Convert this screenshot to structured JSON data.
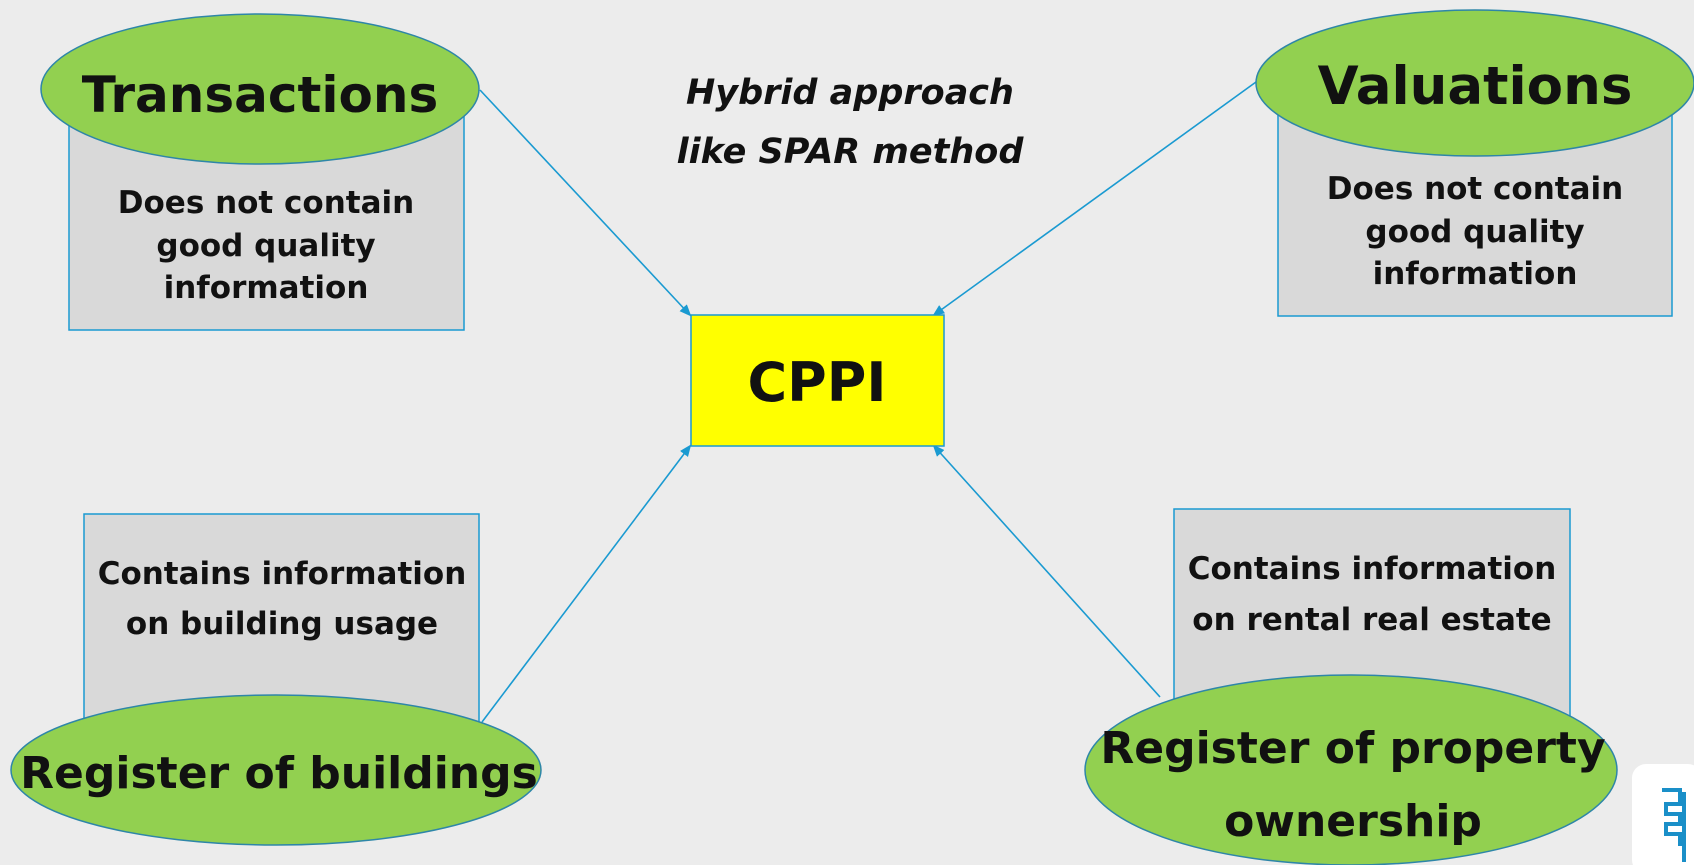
{
  "subtitle": {
    "line1": "Hybrid approach",
    "line2": "like SPAR method"
  },
  "center": {
    "label": "CPPI"
  },
  "sources": {
    "transactions": {
      "title": "Transactions",
      "note": [
        "Does not contain",
        "good quality",
        "information"
      ]
    },
    "valuations": {
      "title": "Valuations",
      "note": [
        "Does not contain",
        "good quality",
        "information"
      ]
    },
    "buildings": {
      "title": "Register of buildings",
      "note": [
        "Contains information",
        "on building usage"
      ]
    },
    "ownership": {
      "title_line1": "Register of property",
      "title_line2": "ownership",
      "note": [
        "Contains information",
        "on rental real estate"
      ]
    }
  },
  "colors": {
    "background": "#ececec",
    "ellipse_fill": "#92d050",
    "note_fill": "#d9d9d9",
    "center_fill": "#ffff00",
    "connector": "#1a9ad1"
  }
}
